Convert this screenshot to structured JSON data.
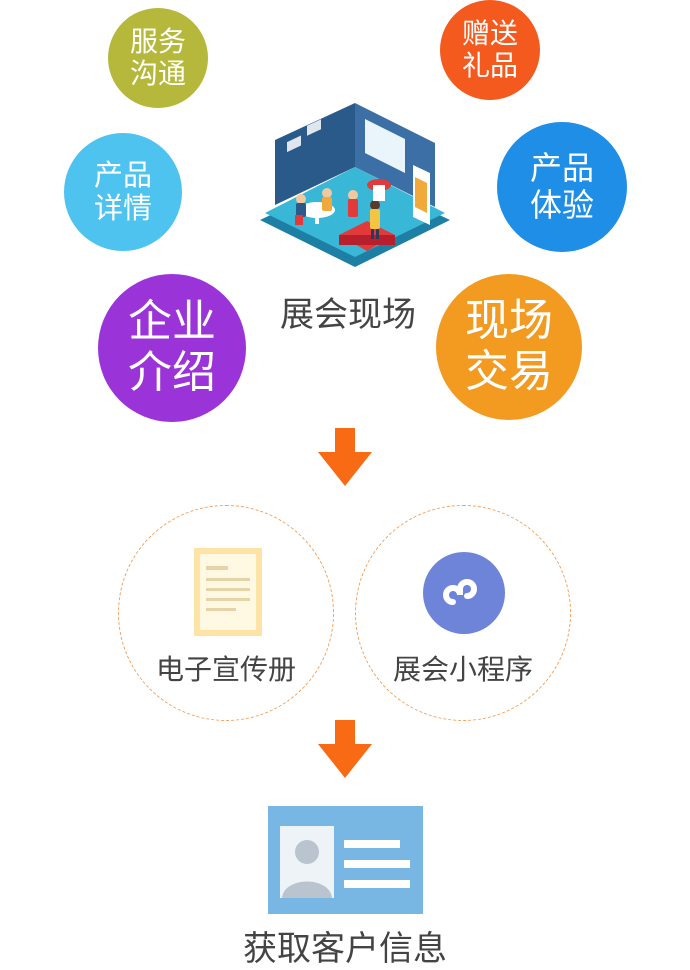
{
  "bubbles": {
    "service": {
      "line1": "服务",
      "line2": "沟通",
      "color": "#b5b83a"
    },
    "gift": {
      "line1": "赠送",
      "line2": "礼品",
      "color": "#f4591e"
    },
    "detail": {
      "line1": "产品",
      "line2": "详情",
      "color": "#4ec3f0"
    },
    "experience": {
      "line1": "产品",
      "line2": "体验",
      "color": "#1f8ee6"
    },
    "company": {
      "line1": "企业",
      "line2": "介绍",
      "color": "#9b34d8"
    },
    "trade": {
      "line1": "现场",
      "line2": "交易",
      "color": "#f39a21"
    }
  },
  "center": {
    "label": "展会现场"
  },
  "channels": {
    "brochure": "电子宣传册",
    "mini_program": "展会小程序"
  },
  "result": {
    "label": "获取客户信息"
  },
  "colors": {
    "arrow": "#f86b14",
    "dashed_ring": "#f5a15a",
    "card": "#78b6e4",
    "mini_icon": "#6e84d8"
  }
}
